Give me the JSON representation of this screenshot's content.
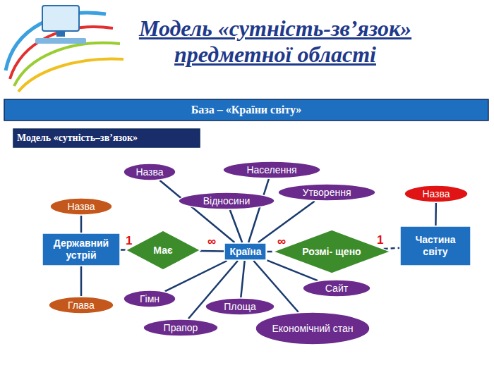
{
  "diagram": {
    "title": "Модель «сутність-зв’язок» предметної області",
    "nodes": [
      {
        "text": [
          "База – «Країни світу»"
        ]
      },
      {
        "text": [
          "Модель «сутність–зв’язок»"
        ]
      },
      {
        "text": [
          "Назва"
        ]
      },
      {
        "text": [
          "Населення"
        ]
      },
      {
        "text": [
          "Відносини"
        ]
      },
      {
        "text": [
          "Утворення"
        ]
      },
      {
        "text": [
          "Назва"
        ]
      },
      {
        "text": [
          "Назва"
        ]
      },
      {
        "text": [
          "Державний устрій"
        ]
      },
      {
        "text": [
          "Має"
        ]
      },
      {
        "text": [
          "Країна"
        ]
      },
      {
        "text": [
          "Розмі- щено"
        ]
      },
      {
        "text": [
          "Частина світу"
        ]
      },
      {
        "text": [
          "Сайт"
        ]
      },
      {
        "text": [
          "Гімн"
        ]
      },
      {
        "text": [
          "Площа"
        ]
      },
      {
        "text": [
          "Глава"
        ]
      },
      {
        "text": [
          "Економічний стан"
        ]
      },
      {
        "text": [
          "Прапор"
        ]
      }
    ],
    "edges": [
      {
        "from": 8,
        "to": 7,
        "arrow": "none"
      },
      {
        "from": 8,
        "to": 16,
        "arrow": "none"
      },
      {
        "from": 8,
        "to": 9,
        "arrow": "none"
      },
      {
        "from": 9,
        "to": 10,
        "arrow": "none"
      },
      {
        "from": 10,
        "to": 2,
        "arrow": "none"
      },
      {
        "from": 10,
        "to": 3,
        "arrow": "none"
      },
      {
        "from": 10,
        "to": 4,
        "arrow": "none"
      },
      {
        "from": 10,
        "to": 5,
        "arrow": "none"
      },
      {
        "from": 10,
        "to": 13,
        "arrow": "none"
      },
      {
        "from": 10,
        "to": 14,
        "arrow": "none"
      },
      {
        "from": 10,
        "to": 15,
        "arrow": "none"
      },
      {
        "from": 10,
        "to": 17,
        "arrow": "none"
      },
      {
        "from": 10,
        "to": 18,
        "arrow": "none"
      },
      {
        "from": 10,
        "to": 11,
        "arrow": "none"
      },
      {
        "from": 11,
        "to": 12,
        "arrow": "none"
      },
      {
        "from": 12,
        "to": 6,
        "arrow": "none"
      }
    ],
    "labels": [
      "1",
      "∞",
      "∞",
      "1"
    ]
  }
}
